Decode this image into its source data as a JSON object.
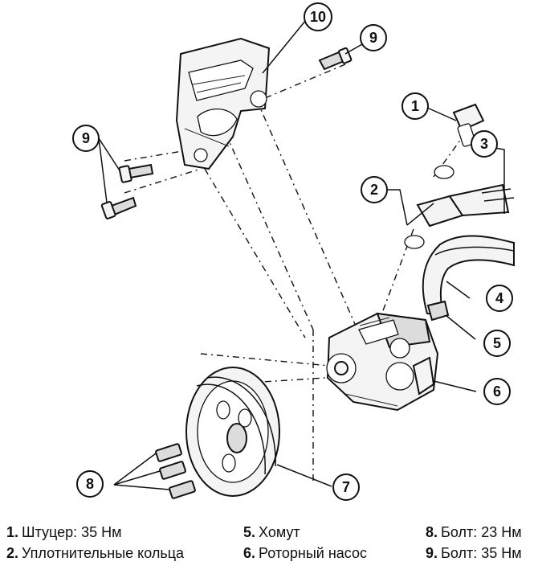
{
  "callouts": [
    {
      "num": "1"
    },
    {
      "num": "2"
    },
    {
      "num": "3"
    },
    {
      "num": "4"
    },
    {
      "num": "5"
    },
    {
      "num": "6"
    },
    {
      "num": "7"
    },
    {
      "num": "8"
    },
    {
      "num": "9"
    },
    {
      "num": "9"
    },
    {
      "num": "10"
    }
  ],
  "legend": [
    {
      "num": "1.",
      "label": "Штуцер: 35 Нм"
    },
    {
      "num": "2.",
      "label": "Уплотнительные кольца"
    },
    {
      "num": "5.",
      "label": "Хомут"
    },
    {
      "num": "6.",
      "label": "Роторный насос"
    },
    {
      "num": "8.",
      "label": "Болт: 23 Нм"
    },
    {
      "num": "9.",
      "label": "Болт: 35 Нм"
    }
  ]
}
